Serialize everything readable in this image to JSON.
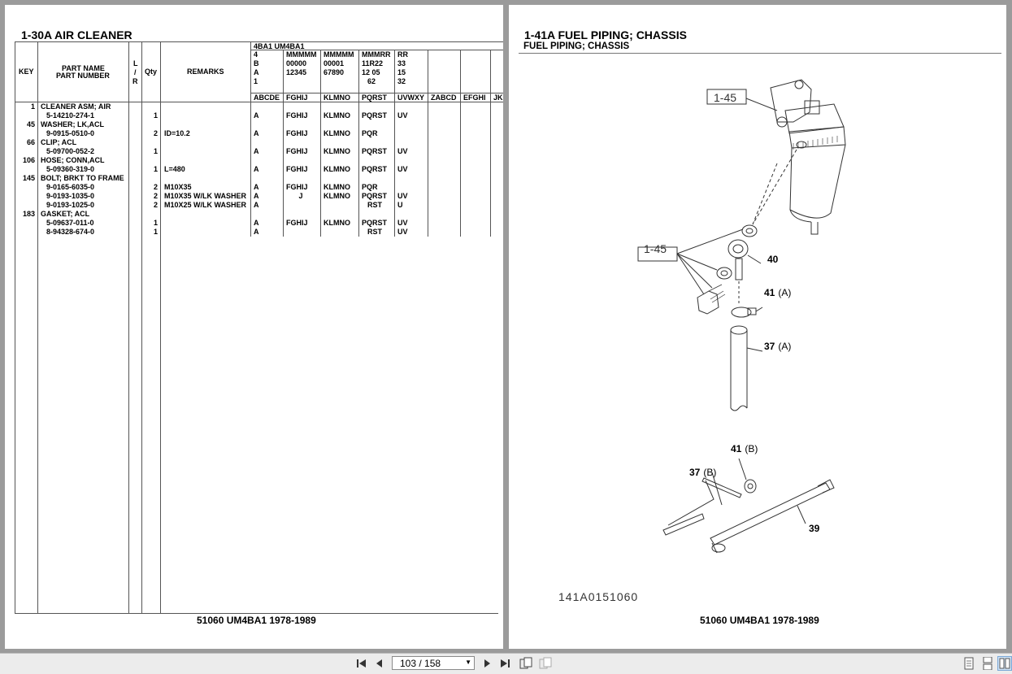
{
  "left_page": {
    "title": "1-30A  AIR CLEANER",
    "footer": "51060 UM4BA1 1978-1989",
    "table": {
      "headers": {
        "key": "KEY",
        "part_name": "PART NAME",
        "part_number": "PART NUMBER",
        "lr": [
          "L",
          "/",
          "R"
        ],
        "qty": "Qty",
        "remarks": "REMARKS"
      },
      "model_header": "4BA1   UM4BA1",
      "code_rows": [
        [
          "4",
          "MMMMM",
          "MMMMM",
          "MMMRR",
          "RR"
        ],
        [
          "B",
          "00000",
          "00001",
          "11R22",
          "33"
        ],
        [
          "A",
          "12345",
          "67890",
          "12 05",
          "15"
        ],
        [
          "1",
          "",
          "",
          "62",
          "32"
        ]
      ],
      "column_codes": [
        "ABCDE",
        "FGHIJ",
        "KLMNO",
        "PQRST",
        "UVWXY",
        "ZABCD",
        "EFGHI",
        "JK"
      ],
      "rows": [
        {
          "key": "1",
          "text": "CLEANER ASM; AIR",
          "qty": "",
          "remarks": "",
          "cols": [
            "",
            "",
            "",
            "",
            ""
          ]
        },
        {
          "key": "",
          "text": "5-14210-274-1",
          "qty": "1",
          "remarks": "",
          "cols": [
            "A",
            "FGHIJ",
            "KLMNO",
            "PQRST",
            "UV"
          ]
        },
        {
          "key": "45",
          "text": "WASHER; LK,ACL",
          "qty": "",
          "remarks": "",
          "cols": [
            "",
            "",
            "",
            "",
            ""
          ]
        },
        {
          "key": "",
          "text": "9-0915-0510-0",
          "qty": "2",
          "remarks": "ID=10.2",
          "cols": [
            "A",
            "FGHIJ",
            "KLMNO",
            "PQR",
            ""
          ]
        },
        {
          "key": "66",
          "text": "CLIP; ACL",
          "qty": "",
          "remarks": "",
          "cols": [
            "",
            "",
            "",
            "",
            ""
          ]
        },
        {
          "key": "",
          "text": "5-09700-052-2",
          "qty": "1",
          "remarks": "",
          "cols": [
            "A",
            "FGHIJ",
            "KLMNO",
            "PQRST",
            "UV"
          ]
        },
        {
          "key": "106",
          "text": "HOSE; CONN,ACL",
          "qty": "",
          "remarks": "",
          "cols": [
            "",
            "",
            "",
            "",
            ""
          ]
        },
        {
          "key": "",
          "text": "5-09360-319-0",
          "qty": "1",
          "remarks": "L=480",
          "cols": [
            "A",
            "FGHIJ",
            "KLMNO",
            "PQRST",
            "UV"
          ]
        },
        {
          "key": "145",
          "text": "BOLT; BRKT TO FRAME",
          "qty": "",
          "remarks": "",
          "cols": [
            "",
            "",
            "",
            "",
            ""
          ]
        },
        {
          "key": "",
          "text": "9-0165-6035-0",
          "qty": "2",
          "remarks": "M10X35",
          "cols": [
            "A",
            "FGHIJ",
            "KLMNO",
            "PQR",
            ""
          ]
        },
        {
          "key": "",
          "text": "9-0193-1035-0",
          "qty": "2",
          "remarks": "M10X35 W/LK WASHER",
          "cols": [
            "A",
            "J",
            "KLMNO",
            "PQRST",
            "UV"
          ]
        },
        {
          "key": "",
          "text": "9-0193-1025-0",
          "qty": "2",
          "remarks": "M10X25 W/LK WASHER",
          "cols": [
            "A",
            "",
            "",
            "RST",
            "U"
          ]
        },
        {
          "key": "183",
          "text": "GASKET; ACL",
          "qty": "",
          "remarks": "",
          "cols": [
            "",
            "",
            "",
            "",
            ""
          ]
        },
        {
          "key": "",
          "text": "5-09637-011-0",
          "qty": "1",
          "remarks": "",
          "cols": [
            "A",
            "FGHIJ",
            "KLMNO",
            "PQRST",
            "UV"
          ]
        },
        {
          "key": "",
          "text": "8-94328-674-0",
          "qty": "1",
          "remarks": "",
          "cols": [
            "A",
            "",
            "",
            "RST",
            "UV"
          ]
        }
      ]
    }
  },
  "right_page": {
    "title": "1-41A  FUEL PIPING; CHASSIS",
    "subtitle": "FUEL PIPING; CHASSIS",
    "footer": "51060 UM4BA1 1978-1989",
    "image_ref": "141A0151060",
    "refs": {
      "top": "1-45",
      "mid": "1-45"
    },
    "callouts": [
      {
        "num": "40",
        "suffix": ""
      },
      {
        "num": "41",
        "suffix": "(A)"
      },
      {
        "num": "37",
        "suffix": "(A)"
      },
      {
        "num": "41",
        "suffix": "(B)"
      },
      {
        "num": "37",
        "suffix": "(B)"
      },
      {
        "num": "39",
        "suffix": ""
      }
    ]
  },
  "toolbar": {
    "page_indicator": "103 / 158",
    "icons": [
      "first-page-icon",
      "prev-page-icon",
      "next-page-icon",
      "last-page-icon",
      "fit-page-icon",
      "fit-width-icon",
      "single-page-icon",
      "continuous-page-icon",
      "two-page-icon"
    ]
  }
}
